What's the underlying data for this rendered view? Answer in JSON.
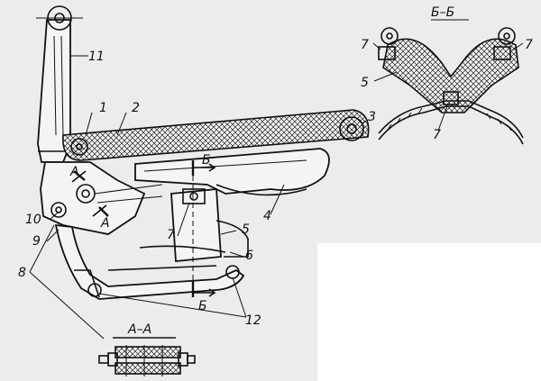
{
  "labels": {
    "l1": "1",
    "l2": "2",
    "l3": "3",
    "l4": "4",
    "l5": "5",
    "l6": "6",
    "l7": "7",
    "l8": "8",
    "l9": "9",
    "l10": "10",
    "l11": "11",
    "l12": "12",
    "a_upper": "А",
    "a_lower": "А",
    "b_upper": "Б",
    "b_lower": "Б",
    "bb_l7a": "7",
    "bb_l7b": "7",
    "bb_l5": "5",
    "bb_l7c": "7"
  },
  "sections": {
    "bb_title": "Б–Б",
    "aa_title": "А–А"
  }
}
